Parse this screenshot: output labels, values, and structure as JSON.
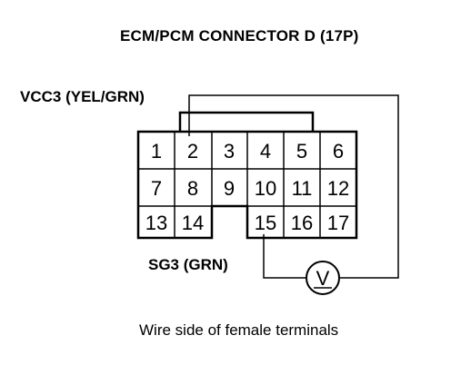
{
  "title": "ECM/PCM CONNECTOR D (17P)",
  "labels": {
    "vcc3": "VCC3 (YEL/GRN)",
    "sg3": "SG3 (GRN)"
  },
  "meter_symbol": "V",
  "caption": "Wire side of female terminals",
  "connector": {
    "rows": [
      [
        "1",
        "2",
        "3",
        "4",
        "5",
        "6"
      ],
      [
        "7",
        "8",
        "9",
        "10",
        "11",
        "12"
      ],
      [
        "13",
        "14",
        "",
        "15",
        "16",
        "17"
      ]
    ]
  }
}
